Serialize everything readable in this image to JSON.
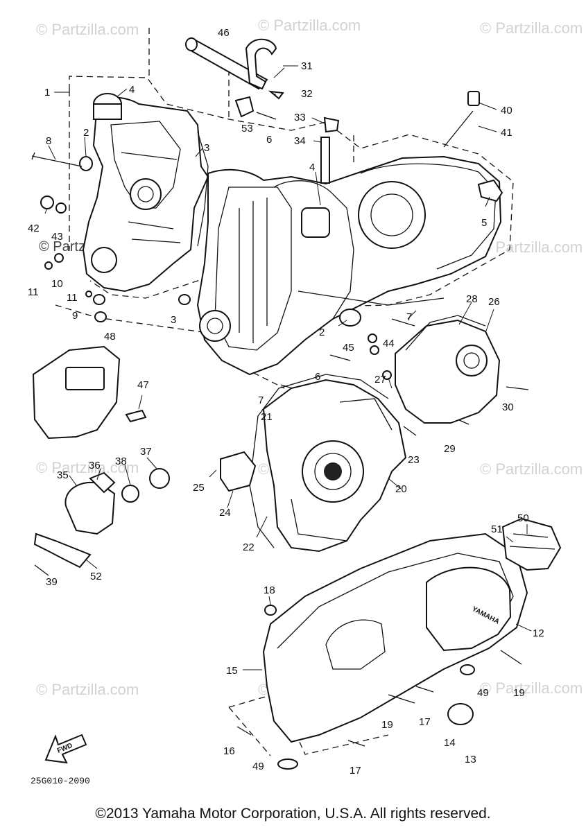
{
  "watermark": "© Partzilla.com",
  "part_numbers": {
    "n1": "1",
    "n2a": "2",
    "n2b": "2",
    "n3a": "3",
    "n3b": "3",
    "n4a": "4",
    "n4b": "4",
    "n5": "5",
    "n6a": "6",
    "n6b": "6",
    "n7a": "7",
    "n7b": "7",
    "n8": "8",
    "n9": "9",
    "n10": "10",
    "n11a": "11",
    "n11b": "11",
    "n12": "12",
    "n13": "13",
    "n14": "14",
    "n15": "15",
    "n16": "16",
    "n17a": "17",
    "n17b": "17",
    "n18": "18",
    "n19a": "19",
    "n19b": "19",
    "n20": "20",
    "n21": "21",
    "n22": "22",
    "n23": "23",
    "n24": "24",
    "n25": "25",
    "n26": "26",
    "n27": "27",
    "n28": "28",
    "n29": "29",
    "n30": "30",
    "n31": "31",
    "n32": "32",
    "n33": "33",
    "n34": "34",
    "n35": "35",
    "n36": "36",
    "n37": "37",
    "n38": "38",
    "n39": "39",
    "n40": "40",
    "n41": "41",
    "n42": "42",
    "n43": "43",
    "n44": "44",
    "n45": "45",
    "n46": "46",
    "n47": "47",
    "n48": "48",
    "n49a": "49",
    "n49b": "49",
    "n50": "50",
    "n51": "51",
    "n52": "52",
    "n53": "53"
  },
  "cover_logo": "YAMAHA",
  "fwd_label": "FWD",
  "diagram_code": "25G010-2090",
  "copyright": "©2013 Yamaha Motor Corporation, U.S.A. All rights reserved."
}
